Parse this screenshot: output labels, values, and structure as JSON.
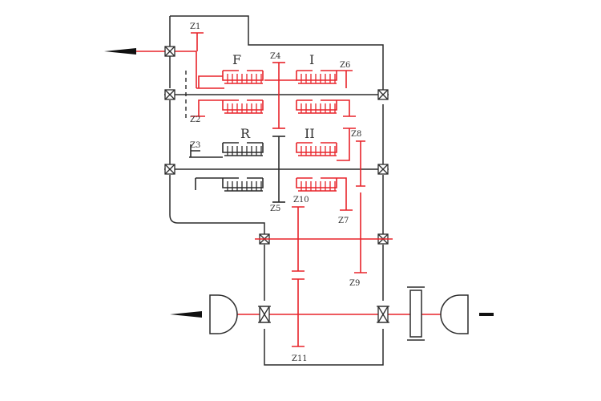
{
  "colors": {
    "red": "#e8232a",
    "dark": "#2b2b2b",
    "bg": "#ffffff"
  },
  "labels": {
    "z1": "Z1",
    "z2": "Z2",
    "z3": "Z3",
    "z4": "Z4",
    "z5": "Z5",
    "z6": "Z6",
    "z7": "Z7",
    "z8": "Z8",
    "z9": "Z9",
    "z10": "Z10",
    "z11": "Z11",
    "F": "F",
    "R": "R",
    "I": "I",
    "II": "II"
  }
}
